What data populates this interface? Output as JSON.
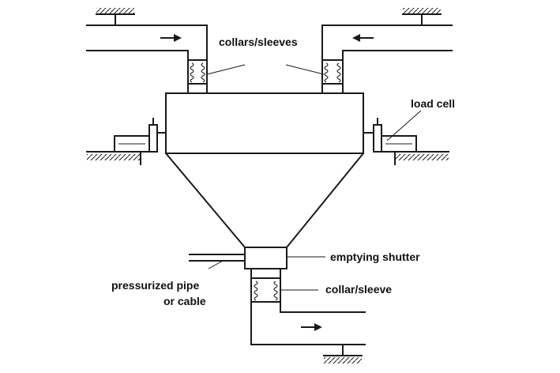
{
  "labels": {
    "collars_sleeves": "collars/sleeves",
    "load_cell": "load cell",
    "emptying_shutter": "emptying shutter",
    "pressurized_line1": "pressurized pipe",
    "pressurized_line2": "or cable",
    "collar_sleeve": "collar/sleeve"
  }
}
